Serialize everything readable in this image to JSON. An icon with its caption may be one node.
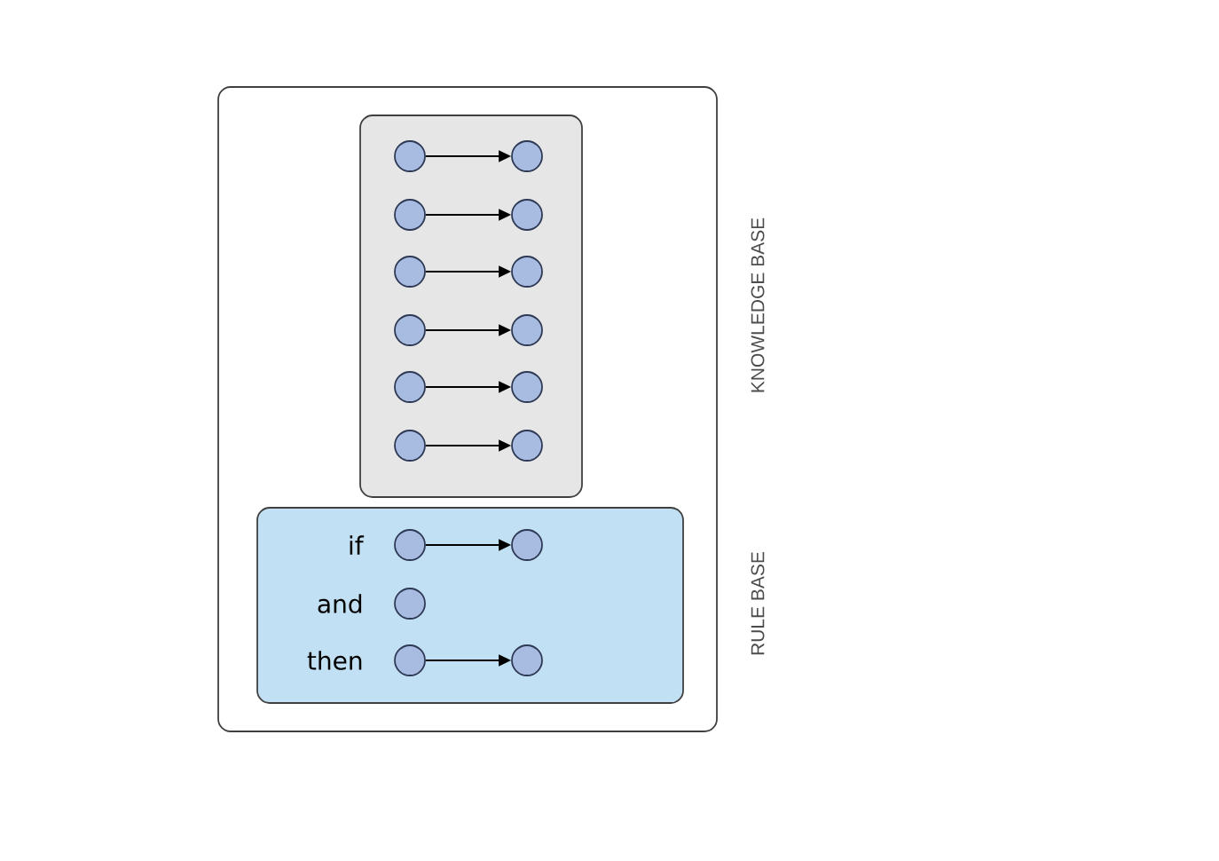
{
  "diagram": {
    "nodes": [
      {
        "text": [],
        "shape": "box"
      },
      {
        "text": [],
        "shape": "box",
        "in": 0
      },
      {
        "text": [],
        "shape": "circle",
        "in": 1
      },
      {
        "text": [],
        "shape": "circle",
        "in": 1
      },
      {
        "text": [],
        "shape": "circle",
        "in": 1
      },
      {
        "text": [],
        "shape": "circle",
        "in": 1
      },
      {
        "text": [],
        "shape": "circle",
        "in": 1
      },
      {
        "text": [],
        "shape": "circle",
        "in": 1
      },
      {
        "text": [],
        "shape": "circle",
        "in": 1
      },
      {
        "text": [],
        "shape": "circle",
        "in": 1
      },
      {
        "text": [],
        "shape": "circle",
        "in": 1
      },
      {
        "text": [],
        "shape": "circle",
        "in": 1
      },
      {
        "text": [],
        "shape": "circle",
        "in": 1
      },
      {
        "text": [],
        "shape": "circle",
        "in": 1
      },
      {
        "text": [
          "if",
          "and",
          "then"
        ],
        "in": 0
      },
      {
        "text": [],
        "shape": "circle",
        "in": 14
      },
      {
        "text": [],
        "shape": "circle",
        "in": 14
      },
      {
        "text": [],
        "shape": "circle",
        "in": 14
      },
      {
        "text": [],
        "shape": "circle",
        "in": 14
      },
      {
        "text": [],
        "shape": "circle",
        "in": 14
      }
    ],
    "edges": [
      {
        "from": 2,
        "to": 3,
        "arrow": "to"
      },
      {
        "from": 4,
        "to": 5,
        "arrow": "to"
      },
      {
        "from": 6,
        "to": 7,
        "arrow": "to"
      },
      {
        "from": 8,
        "to": 9,
        "arrow": "to"
      },
      {
        "from": 10,
        "to": 11,
        "arrow": "to"
      },
      {
        "from": 12,
        "to": 13,
        "arrow": "to"
      },
      {
        "from": 15,
        "to": 16,
        "arrow": "to"
      },
      {
        "from": 18,
        "to": 19,
        "arrow": "to"
      }
    ],
    "labels": [
      "KNOWLEDGE BASE",
      "RULE BASE"
    ]
  }
}
